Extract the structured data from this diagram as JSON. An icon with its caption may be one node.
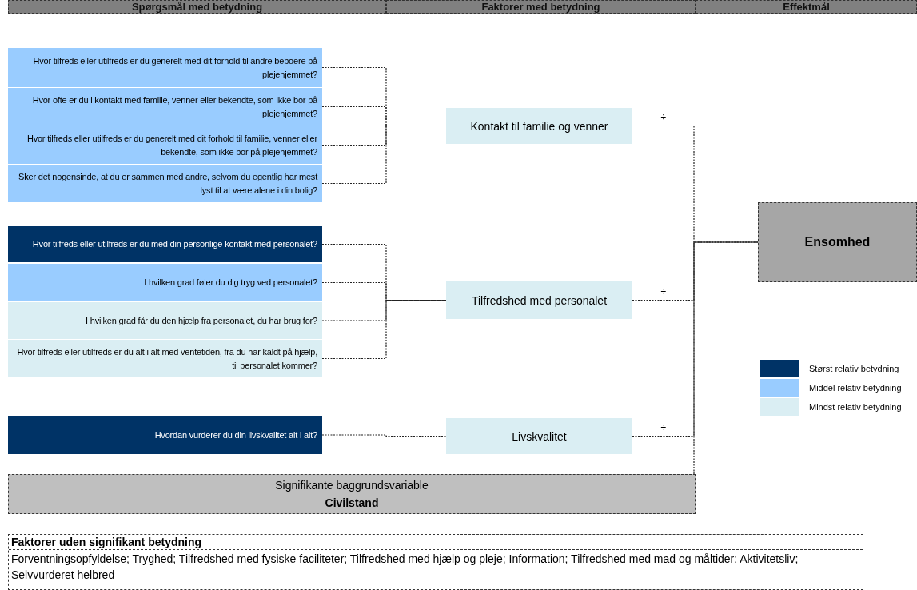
{
  "diagram": {
    "nodes": [
      {
        "text": [
          "Spørgsmål med betydning"
        ]
      },
      {
        "text": [
          "Faktorer med betydning"
        ]
      },
      {
        "text": [
          "Effektmål"
        ]
      },
      {
        "text": [
          "Hvor tilfreds eller utilfreds er du generelt med dit forhold til andre beboere på plejehjemmet?"
        ]
      },
      {
        "text": [
          "Hvor ofte er du i kontakt med familie, venner eller bekendte, som ikke bor på plejehjemmet?"
        ]
      },
      {
        "text": [
          "Hvor tilfreds eller utilfreds er du generelt med dit forhold til familie, venner eller bekendte, som ikke bor på plejehjemmet?"
        ]
      },
      {
        "text": [
          "Sker det nogensinde, at du er sammen med andre, selvom du egentlig har mest lyst til at være alene i din bolig?"
        ]
      },
      {
        "text": [
          "Hvor tilfreds eller utilfreds er du med din personlige kontakt med personalet?"
        ]
      },
      {
        "text": [
          "I hvilken grad føler du dig tryg ved personalet?"
        ]
      },
      {
        "text": [
          "I hvilken grad får du den hjælp fra personalet, du har brug for?"
        ]
      },
      {
        "text": [
          "Hvor tilfreds eller utilfreds er du alt i alt med ventetiden, fra du har kaldt på hjælp, til personalet kommer?"
        ]
      },
      {
        "text": [
          "Hvordan vurderer du din livskvalitet alt i alt?"
        ]
      },
      {
        "text": [
          "Kontakt til familie og venner"
        ]
      },
      {
        "text": [
          "Tilfredshed med personalet"
        ]
      },
      {
        "text": [
          "Livskvalitet"
        ]
      },
      {
        "text": [
          "Ensomhed"
        ]
      },
      {
        "text": [
          "Signifikante baggrundsvariable",
          "Civilstand"
        ]
      },
      {
        "text": [
          "Faktorer uden signifikant betydning",
          "Forventningsopfyldelse; Tryghed; Tilfredshed med fysiske faciliteter; Tilfredshed med hjælp og pleje;  Information; Tilfredshed med mad og måltider; Aktivitetsliv; Selvvurderet helbred"
        ]
      }
    ],
    "edges": [
      {
        "from": 3,
        "to": 12,
        "arrow": "none",
        "style": "dashed"
      },
      {
        "from": 4,
        "to": 12,
        "arrow": "none",
        "style": "dashed"
      },
      {
        "from": 5,
        "to": 12,
        "arrow": "none",
        "style": "dashed"
      },
      {
        "from": 6,
        "to": 12,
        "arrow": "none",
        "style": "dashed"
      },
      {
        "from": 7,
        "to": 13,
        "arrow": "none",
        "style": "dashed"
      },
      {
        "from": 8,
        "to": 13,
        "arrow": "none",
        "style": "dashed"
      },
      {
        "from": 9,
        "to": 13,
        "arrow": "none",
        "style": "dashed"
      },
      {
        "from": 10,
        "to": 13,
        "arrow": "none",
        "style": "dashed"
      },
      {
        "from": 11,
        "to": 14,
        "arrow": "none",
        "style": "dashed"
      },
      {
        "from": 12,
        "to": 15,
        "arrow": "none",
        "style": "dashed",
        "label": "÷"
      },
      {
        "from": 13,
        "to": 15,
        "arrow": "none",
        "style": "dashed",
        "label": "÷"
      },
      {
        "from": 14,
        "to": 15,
        "arrow": "none",
        "style": "dashed",
        "label": "÷"
      },
      {
        "from": 16,
        "to": 15,
        "arrow": "none",
        "style": "dashed"
      }
    ],
    "legend": [
      {
        "text": "Størst relativ betydning",
        "color": "#003366"
      },
      {
        "text": "Middel relativ betydning",
        "color": "#99ccff"
      },
      {
        "text": "Mindst relativ betydning",
        "color": "#daeef3"
      }
    ]
  }
}
